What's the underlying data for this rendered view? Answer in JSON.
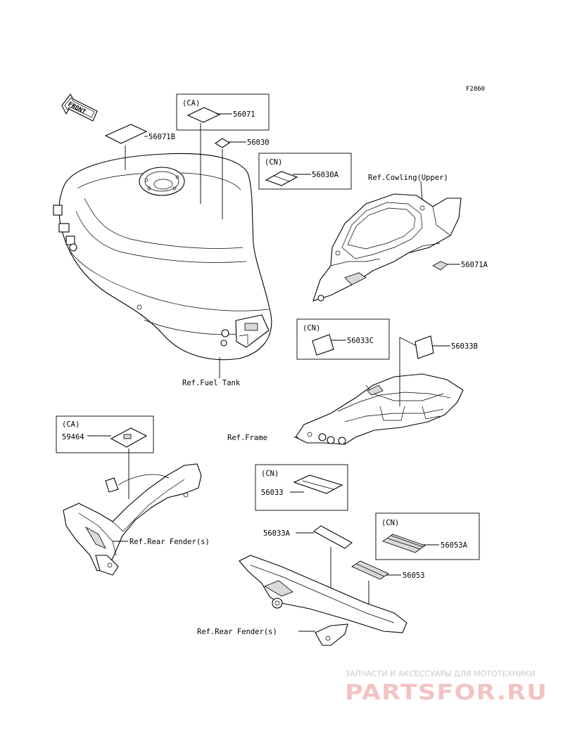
{
  "figure_id": "F2860",
  "front_label": "FRONT",
  "boxes": {
    "ca_top": {
      "tag": "(CA)",
      "part": "56071"
    },
    "cn_tank": {
      "tag": "(CN)",
      "part": "56030A"
    },
    "cn_frame": {
      "tag": "(CN)",
      "part": "56033C"
    },
    "ca_fender": {
      "tag": "(CA)",
      "part": "59464"
    },
    "cn_middle": {
      "tag": "(CN)",
      "part": "56033"
    },
    "cn_chain": {
      "tag": "(CN)",
      "part": "56053A"
    }
  },
  "parts": {
    "p56071B": "56071B",
    "p56030": "56030",
    "p56071A": "56071A",
    "p56033B": "56033B",
    "p56033A": "56033A",
    "p56053": "56053"
  },
  "references": {
    "cowling": "Ref.Cowling(Upper)",
    "fuel_tank": "Ref.Fuel Tank",
    "frame": "Ref.Frame",
    "rear_fender_1": "Ref.Rear Fender(s)",
    "rear_fender_2": "Ref.Rear Fender(s)"
  },
  "watermark": {
    "caption": "ЗАПЧАСТИ И АКСЕССУАРЫ ДЛЯ МОТОТЕХНИКИ",
    "brand": "PARTSFOR.RU"
  }
}
